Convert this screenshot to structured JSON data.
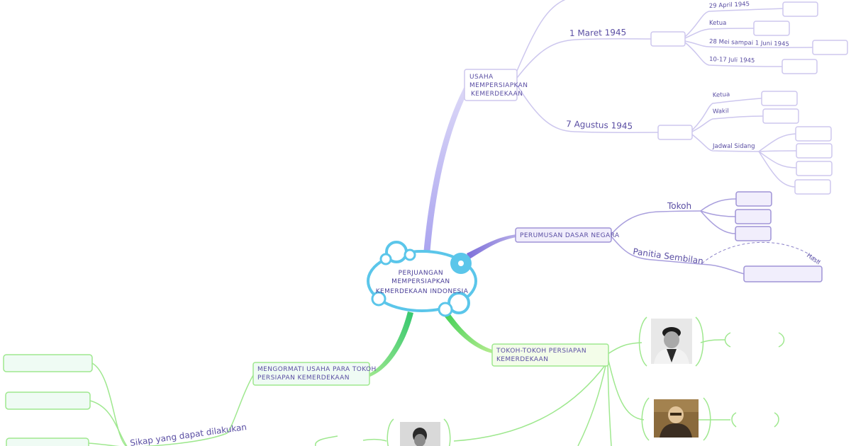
{
  "central": {
    "lines": [
      "PERJUANGAN",
      "MEMPERSIAPKAN",
      "KEMERDEKAAN INDONESIA"
    ]
  },
  "usaha": {
    "lines": [
      "USAHA",
      "MEMPERSIAPKAN",
      "KEMERDEKAAN"
    ],
    "maret": {
      "label": "1 Maret 1945",
      "children": [
        "29 April 1945",
        "Ketua",
        "28 Mei sampai 1 Juni 1945",
        "10-17 Juli 1945"
      ]
    },
    "agustus": {
      "label": "7 Agustus 1945",
      "children": [
        "Ketua",
        "Wakil",
        "Jadwal Sidang"
      ]
    }
  },
  "perumusan": {
    "label": "PERUMUSAN DASAR NEGARA",
    "tokoh": "Tokoh",
    "panitia": "Panitia Sembilan",
    "hasil": "Hasil"
  },
  "tokoh_tokoh": {
    "lines": [
      "TOKOH-TOKOH PERSIAPAN",
      "KEMERDEKAAN"
    ]
  },
  "menghormati": {
    "lines": [
      "MENGORMATI USAHA PARA TOKOH",
      "PERSIAPAN KEMERDEKAAN"
    ],
    "sikap": "Sikap yang dapat dilakukan"
  },
  "colors": {
    "central": "#5bc6ea",
    "purple": "#7f6fc9",
    "purple_light": "#c9c2ee",
    "green": "#8fe08a",
    "text_purple": "#5a4ea3"
  }
}
